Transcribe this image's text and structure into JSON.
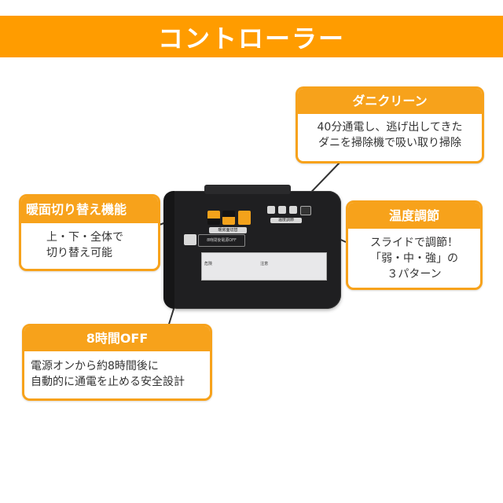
{
  "banner": {
    "title": "コントローラー"
  },
  "colors": {
    "accent": "#ff9c00",
    "card_border": "#f7a21b",
    "text": "#333333"
  },
  "callouts": [
    {
      "id": "dani-clean",
      "title": "ダニクリーン",
      "lines": [
        "40分通電し、逃げ出してきた",
        "ダニを掃除機で吸い取り掃除"
      ]
    },
    {
      "id": "heating-area",
      "title": "暖面切り替え機能",
      "lines": [
        "上・下・全体で",
        "切り替え可能"
      ]
    },
    {
      "id": "temperature",
      "title": "温度調節",
      "lines": [
        "スライドで調節！",
        "「弱・中・強」の",
        "３パターン"
      ]
    },
    {
      "id": "auto-off",
      "title": "8時間OFF",
      "lines": [
        "電源オンから約8時間後に",
        "自動的に通電を止める安全設計"
      ]
    }
  ],
  "device": {
    "heating_switch_label": "暖房面切替",
    "temp_label": "温度調節",
    "off_label": "8時間後電源OFF",
    "warning_left": "危険",
    "warning_right": "注意"
  }
}
